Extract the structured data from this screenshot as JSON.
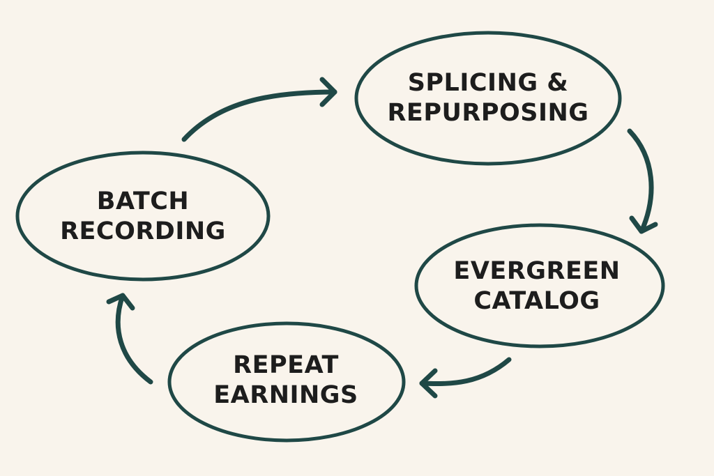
{
  "diagram": {
    "nodes": [
      {
        "id": "splicing",
        "lines": [
          "SPLICING &",
          "REPURPOSING"
        ]
      },
      {
        "id": "evergreen",
        "lines": [
          "EVERGREEN",
          "CATALOG"
        ]
      },
      {
        "id": "repeat",
        "lines": [
          "REPEAT",
          "EARNINGS"
        ]
      },
      {
        "id": "batch",
        "lines": [
          "BATCH",
          "RECORDING"
        ]
      }
    ],
    "edges": [
      {
        "from": "batch",
        "to": "splicing"
      },
      {
        "from": "splicing",
        "to": "evergreen"
      },
      {
        "from": "evergreen",
        "to": "repeat"
      },
      {
        "from": "repeat",
        "to": "batch"
      }
    ],
    "colors": {
      "background": "#f9f4ec",
      "outline": "#1f4846",
      "text": "#1d1d1d"
    }
  }
}
